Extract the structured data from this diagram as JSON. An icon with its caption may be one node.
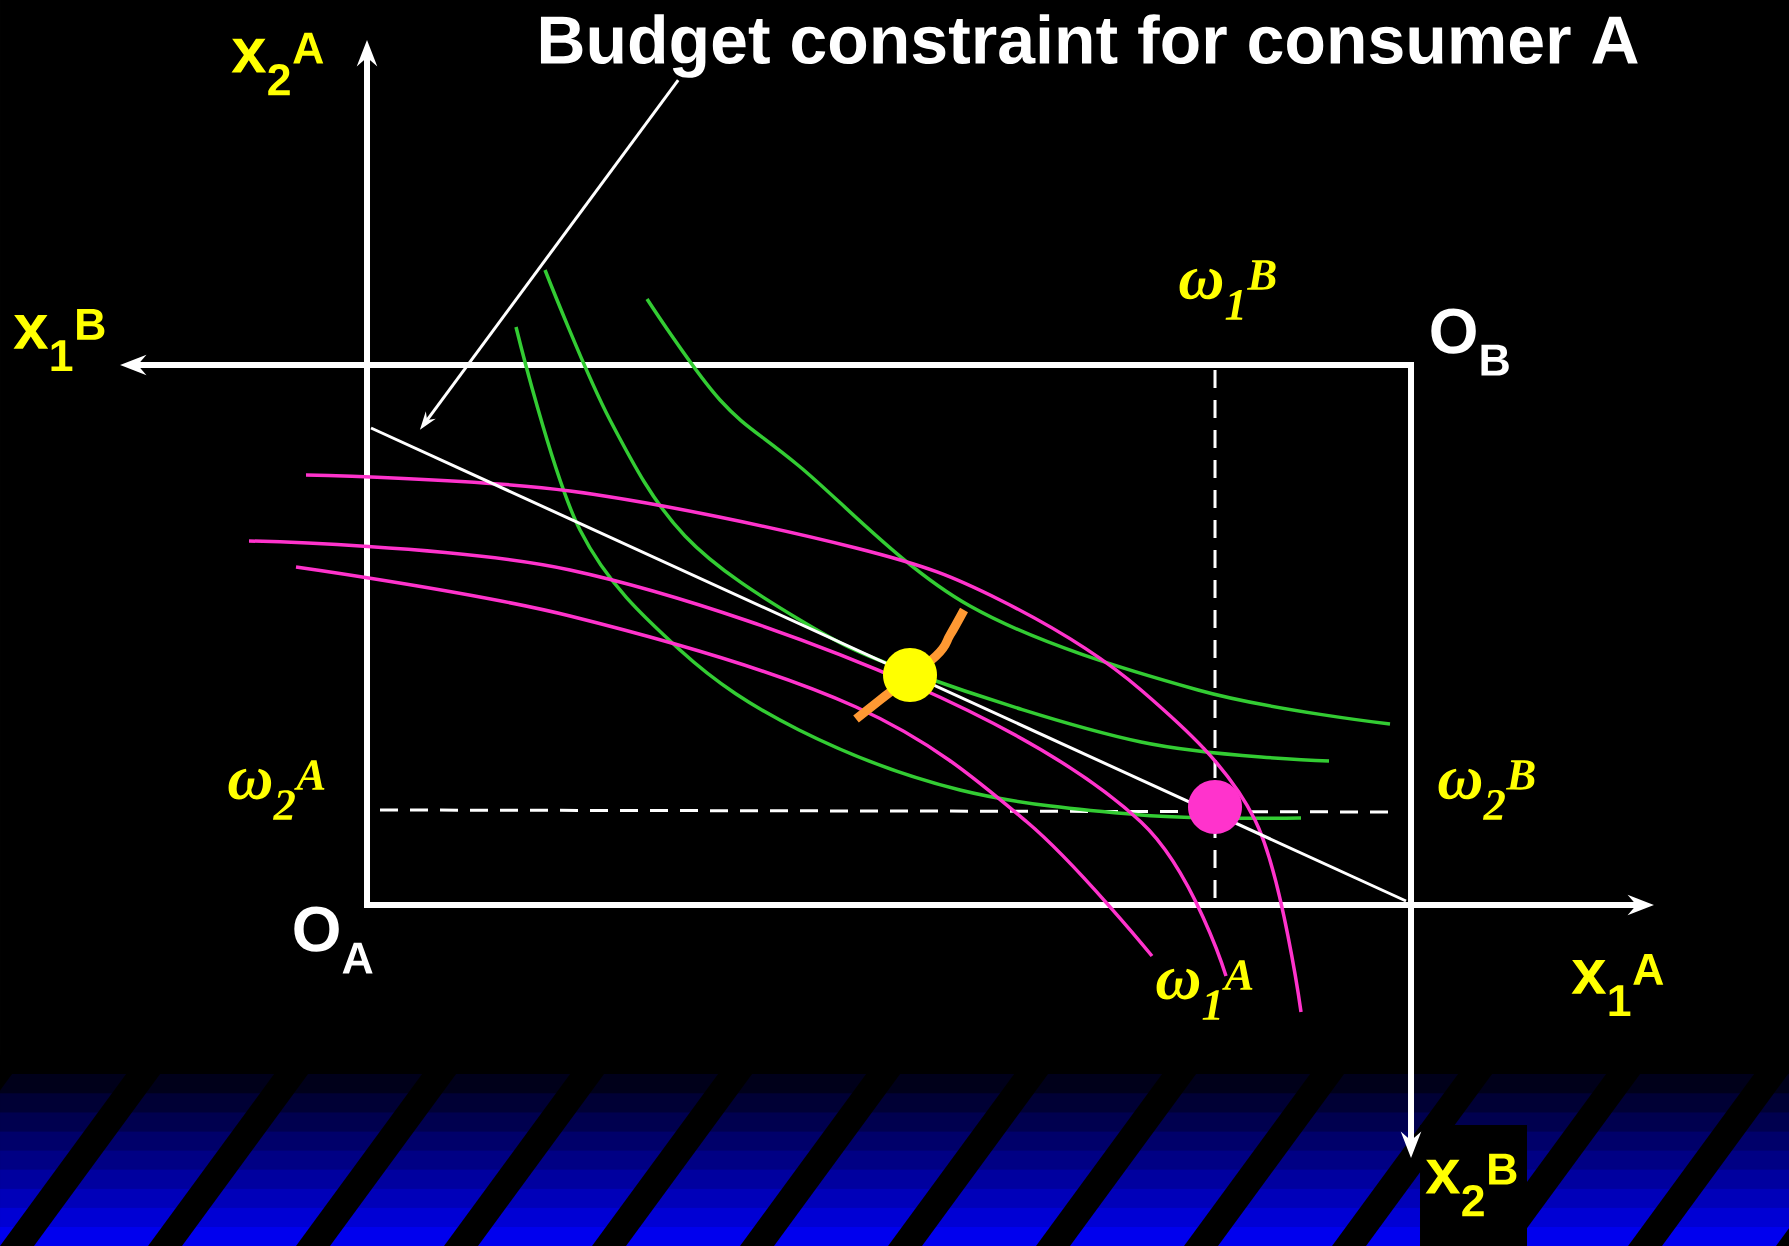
{
  "diagram": {
    "nodes": [
      {
        "text": [
          "Budget constraint for consumer A"
        ]
      },
      {
        "text": [],
        "shape": "line"
      }
    ],
    "edges": [
      {
        "from": 0,
        "to": 1,
        "arrow": "to"
      }
    ],
    "labels": [
      "x$_{2}$$^{A}$",
      "x$_{1}$$^{B}$",
      "ω$_{1}$$^{B}$",
      "O$_{B}$",
      "ω$_{2}$$^{A}$",
      "ω$_{2}$$^{B}$",
      "O$_{A}$",
      "ω$_{1}$$^{A}$",
      "x$_{1}$$^{A}$",
      "x$_{2}$$^{B}$"
    ]
  }
}
